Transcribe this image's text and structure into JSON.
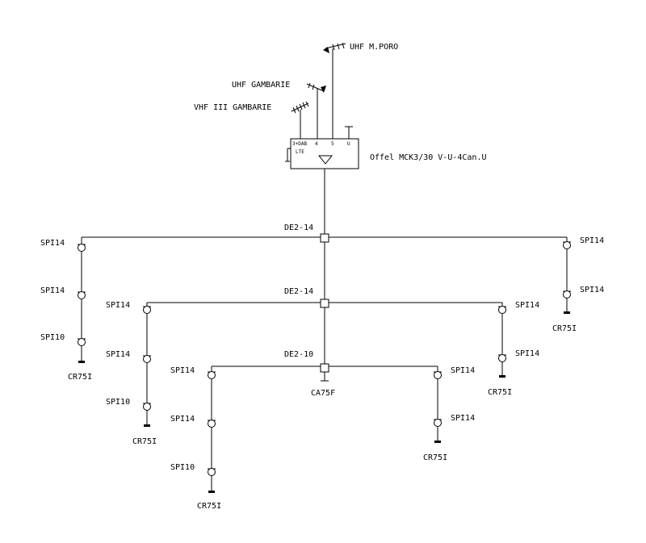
{
  "antennas": {
    "uhf_poro": "UHF M.PORO",
    "uhf_gambarie": "UHF GAMBARIE",
    "vhf_gambarie": "VHF III GAMBARIE"
  },
  "amplifier": {
    "label": "Offel MCK3/30 V-U-4Can.U",
    "inputs": [
      "3+DAB",
      "4",
      "5",
      "U"
    ],
    "lte": "LTE"
  },
  "splitters": [
    "DE2-14",
    "DE2-14",
    "DE2-10"
  ],
  "terminator_center": "CA75F",
  "branches": [
    {
      "taps": [
        "SPI14",
        "SPI14",
        "SPI10"
      ],
      "end": "CR75I"
    },
    {
      "taps": [
        "SPI14",
        "SPI14",
        "SPI10"
      ],
      "end": "CR75I"
    },
    {
      "taps": [
        "SPI14",
        "SPI14",
        "SPI10"
      ],
      "end": "CR75I"
    },
    {
      "taps": [
        "SPI14",
        "SPI14"
      ],
      "end": "CR75I"
    },
    {
      "taps": [
        "SPI14",
        "SPI14"
      ],
      "end": "CR75I"
    },
    {
      "taps": [
        "SPI14",
        "SPI14"
      ],
      "end": "CR75I"
    }
  ]
}
